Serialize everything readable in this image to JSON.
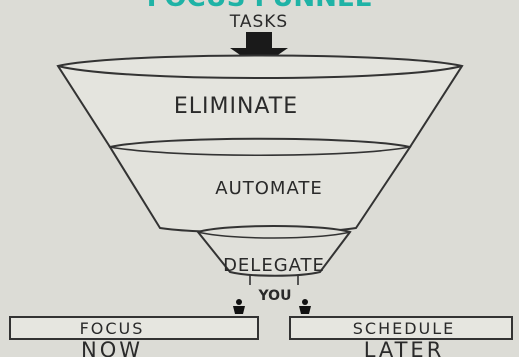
{
  "heading_partial": "FOCUS FUNNEL",
  "input_label": "TASKS",
  "stages": [
    "ELIMINATE",
    "AUTOMATE",
    "DELEGATE"
  ],
  "person_label": "YOU",
  "outputs": [
    {
      "box": "FOCUS",
      "label": "NOW"
    },
    {
      "box": "SCHEDULE",
      "label": "LATER"
    }
  ],
  "colors": {
    "heading": "#1fb3a6",
    "ink": "#2a2a2a",
    "paper": "#dcdcd6"
  }
}
